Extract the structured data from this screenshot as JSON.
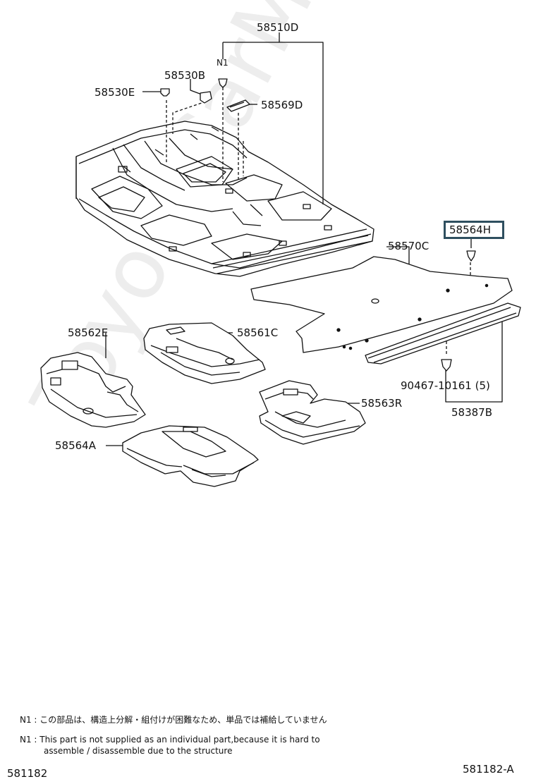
{
  "watermark": "ToyotaCarMine.ru",
  "highlight_color": "#2f4f5f",
  "labels": {
    "p58510D": "58510D",
    "n1": "N1",
    "p58530B": "58530B",
    "p58530E": "58530E",
    "p58569D": "58569D",
    "p58564H": "58564H",
    "p58570C": "58570C",
    "p58562E": "58562E",
    "p58561C": "58561C",
    "p90467": "90467-10161 (5)",
    "p58563R": "58563R",
    "p58387B": "58387B",
    "p58564A": "58564A"
  },
  "notes": {
    "jp": "N1 : この部品は、構造上分解・組付けが困難なため、単品では補給していません",
    "en_line1": "N1 : This part is not supplied as an individual part,because it is hard to",
    "en_line2": "assemble / disassemble due to the structure"
  },
  "footer": {
    "left_code": "581182",
    "right_code": "581182-A"
  }
}
